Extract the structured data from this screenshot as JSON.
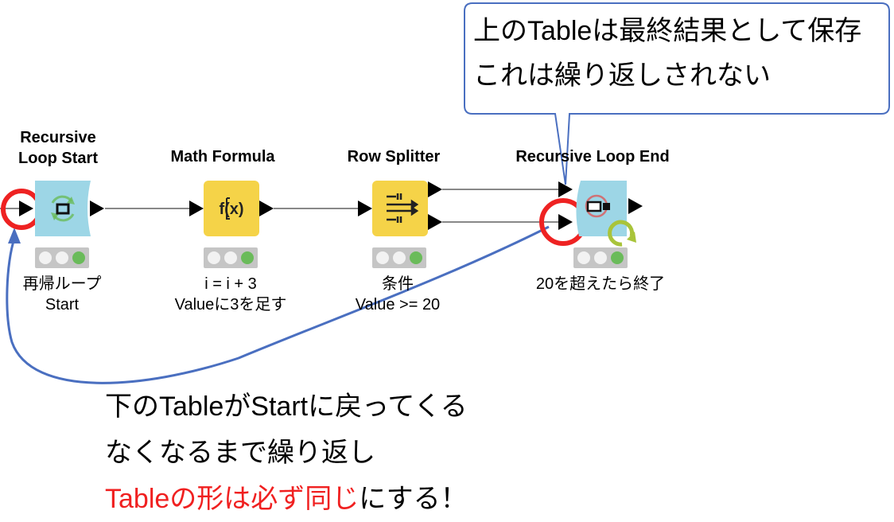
{
  "nodes": [
    {
      "id": "recursive-loop-start",
      "title_line1": "Recursive",
      "title_line2": "Loop Start",
      "desc_line1": "再帰ループ",
      "desc_line2": "Start",
      "color": "#9dd6e6",
      "icon": "loop-start-icon",
      "status": [
        "inactive",
        "inactive",
        "green"
      ]
    },
    {
      "id": "math-formula",
      "title": "Math Formula",
      "desc_line1": "i = i + 3",
      "desc_line2": "Valueに3を足す",
      "color": "#f5d348",
      "icon": "math-formula-icon",
      "icon_text": "f(x)",
      "status": [
        "inactive",
        "inactive",
        "green"
      ]
    },
    {
      "id": "row-splitter",
      "title": "Row Splitter",
      "desc_line1": "条件",
      "desc_line2": "Value >= 20",
      "color": "#f5d348",
      "icon": "row-splitter-icon",
      "status": [
        "inactive",
        "inactive",
        "green"
      ]
    },
    {
      "id": "recursive-loop-end",
      "title": "Recursive Loop End",
      "desc_line1": "20を超えたら終了",
      "color": "#9dd6e6",
      "icon": "loop-end-icon",
      "status": [
        "inactive",
        "inactive",
        "green"
      ]
    }
  ],
  "callout": {
    "line1": "上のTableは最終結果として保存",
    "line2": "これは繰り返しされない",
    "border_color": "#4a6fc0"
  },
  "note": {
    "line1": "下のTableがStartに戻ってくる",
    "line2": "なくなるまで繰り返し",
    "line3_red": "Tableの形は必ず同じ",
    "line3_black": "にする！"
  },
  "colors": {
    "highlight_ring": "#ee2222",
    "loop_arrow": "#4a6fc0",
    "connection": "#888888",
    "emphasis_text": "#f02020"
  }
}
